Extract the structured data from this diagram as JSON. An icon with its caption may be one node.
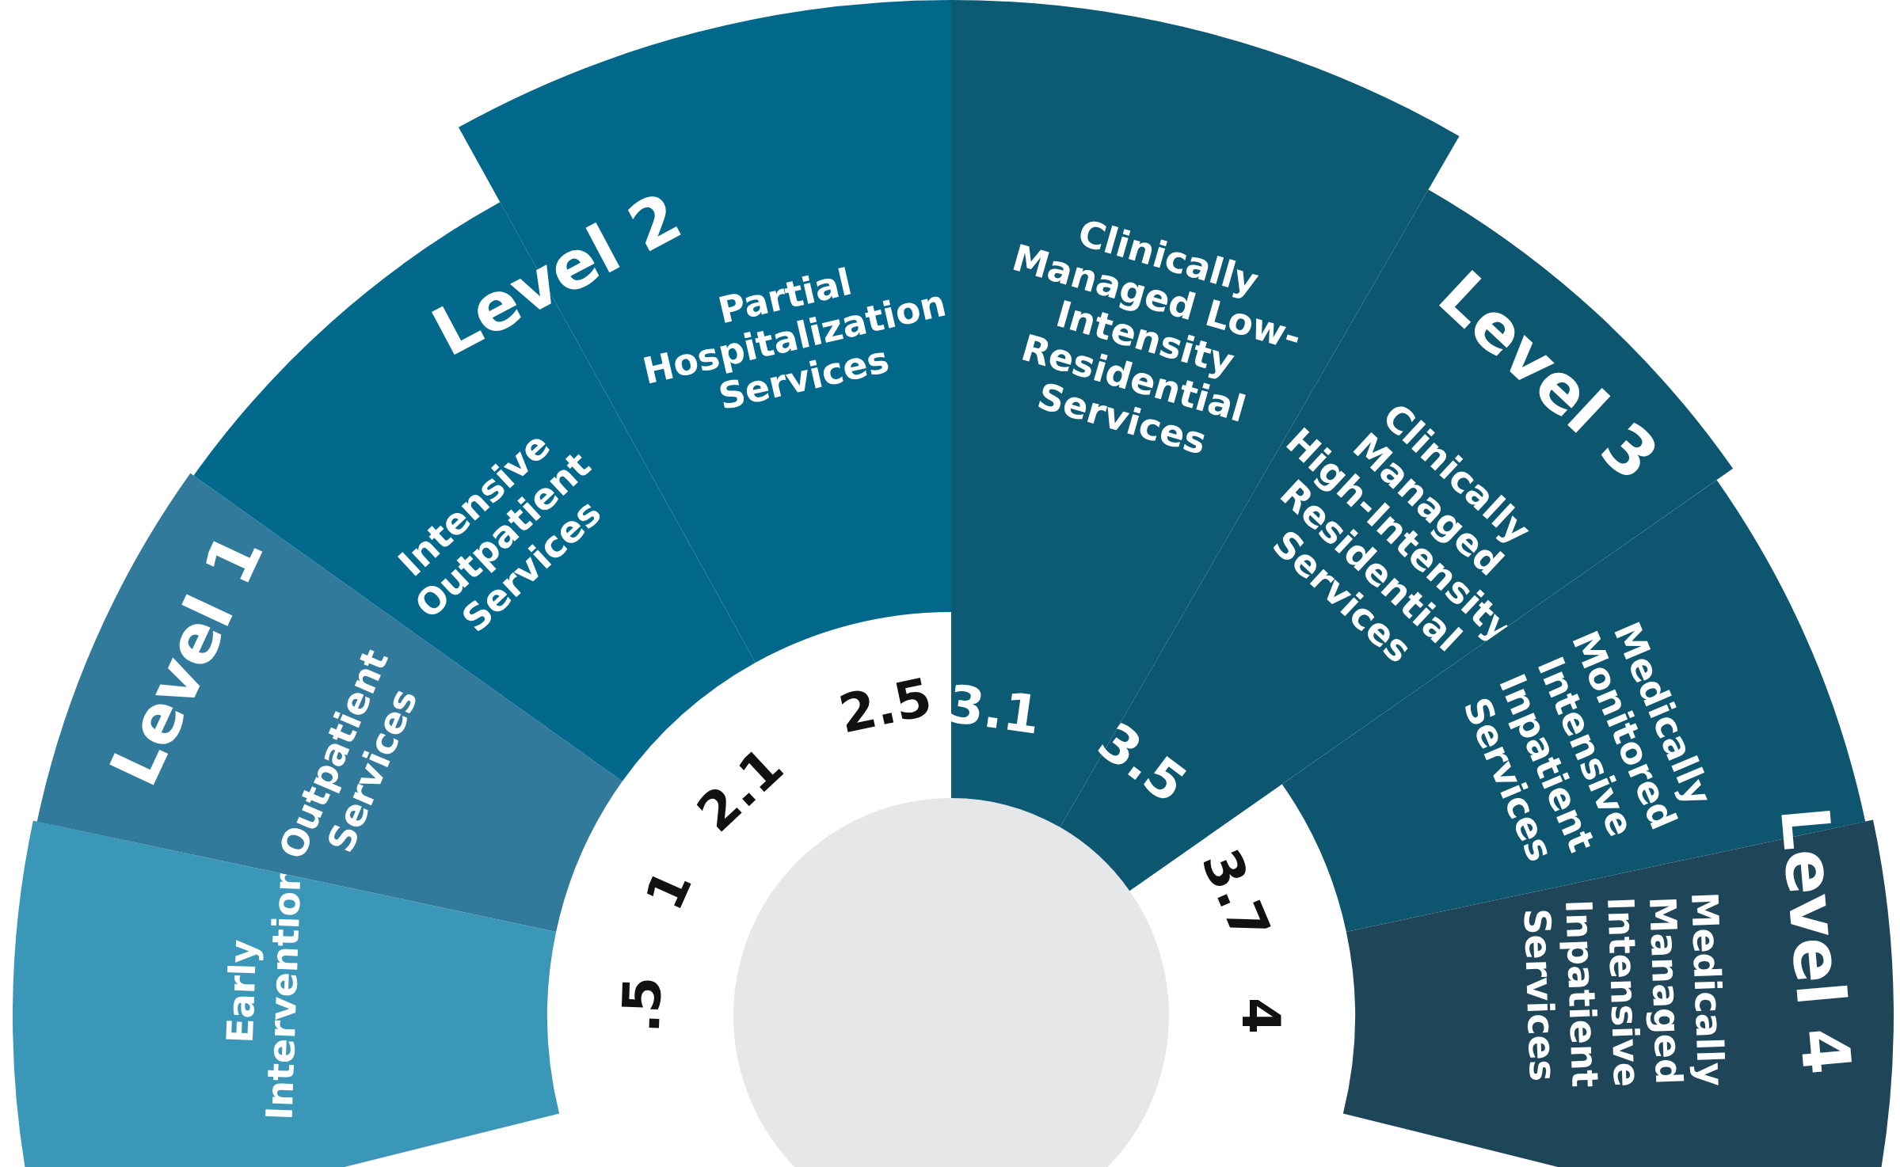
{
  "diagram": {
    "nodes": [
      {
        "text": [
          "Early Intervention"
        ],
        "beside": [
          ".5"
        ]
      },
      {
        "text": [
          "Level 1",
          "Outpatient Services"
        ],
        "beside": [
          "1"
        ]
      },
      {
        "text": [
          "Intensive Outpatient Services"
        ],
        "beside": [
          "2.1"
        ]
      },
      {
        "text": [
          "Partial Hospitalization Services"
        ],
        "beside": [
          "2.5"
        ]
      },
      {
        "text": [
          "Clinically Managed Low-Intensity Residential Services",
          "3.1"
        ]
      },
      {
        "text": [
          "Level 3",
          "Clinically Managed High-Intensity Residential Services",
          "3.5"
        ]
      },
      {
        "text": [
          "Medically Monitored Intensive Inpatient Services"
        ],
        "beside": [
          "3.7"
        ]
      },
      {
        "text": [
          "Level 4",
          "Medically Managed Intensive Inpatient Services"
        ],
        "beside": [
          "4"
        ]
      },
      {
        "text": [],
        "shape": "circle"
      }
    ],
    "labels": [
      "Level 2"
    ]
  }
}
